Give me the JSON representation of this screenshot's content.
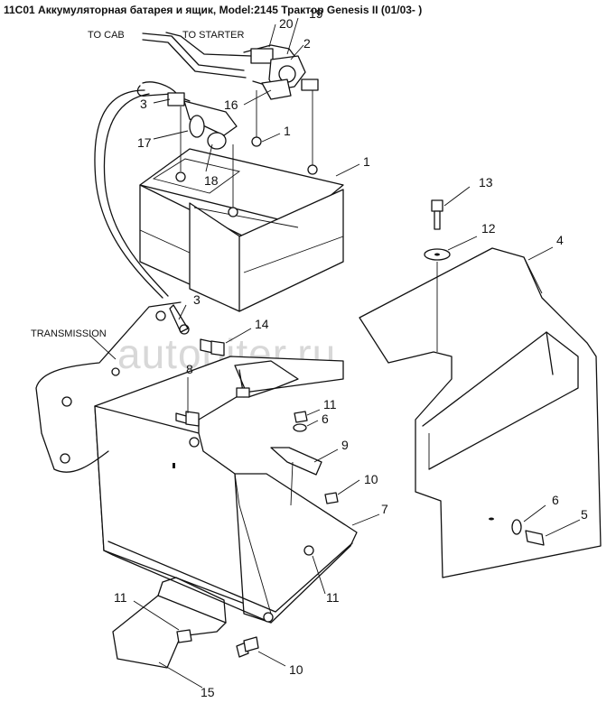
{
  "title": "11C01 Аккумуляторная батарея и ящик, Model:2145 Трактор Genesis II (01/03- )",
  "watermark": "autopiter.ru",
  "labels": {
    "to_cab": "TO CAB",
    "to_starter": "TO STARTER",
    "transmission": "TRANSMISSION"
  },
  "callouts": {
    "c20": "20",
    "c19": "19",
    "c2": "2",
    "c3a": "3",
    "c16": "16",
    "c1a": "1",
    "c1b": "1",
    "c17": "17",
    "c18": "18",
    "c13": "13",
    "c12": "12",
    "c4": "4",
    "c3b": "3",
    "c14": "14",
    "c8": "8",
    "c11a": "11",
    "c6a": "6",
    "c9": "9",
    "c10a": "10",
    "c7": "7",
    "c6b": "6",
    "c5": "5",
    "c11b": "11",
    "c11c": "11",
    "c10b": "10",
    "c15": "15"
  }
}
